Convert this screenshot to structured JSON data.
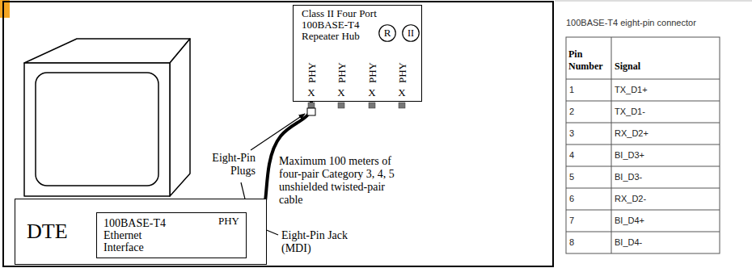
{
  "diagram": {
    "nodes": [
      {
        "text": [
          "Class II Four Port 100BASE-T4 Repeater Hub"
        ]
      },
      {
        "text": [
          "R"
        ],
        "in": 0
      },
      {
        "text": [
          "II"
        ],
        "in": 0
      },
      {
        "text": [
          "DTE"
        ]
      },
      {
        "text": [
          "100BASE-T4 Ethernet Interface",
          "PHY"
        ],
        "in": 3
      }
    ],
    "edges": [
      {
        "from": 4,
        "to": 0,
        "arrow": "none"
      }
    ],
    "labels": [
      "Eight-Pin Plugs",
      "Maximum 100 meters of four-pair Category 3, 4, 5 unshielded twisted-pair cable",
      "Eight-Pin Jack (MDI)",
      "PHY",
      "PHY",
      "PHY",
      "PHY",
      "X",
      "X",
      "X",
      "X",
      "100BASE-T4 eight-pin connector",
      "Pin Number",
      "Signal",
      "1",
      "TX_D1+",
      "2",
      "TX_D1-",
      "3",
      "RX_D2+",
      "4",
      "BI_D3+",
      "5",
      "BI_D3-",
      "6",
      "RX_D2-",
      "7",
      "BI_D4+",
      "8",
      "BI_D4-"
    ]
  }
}
